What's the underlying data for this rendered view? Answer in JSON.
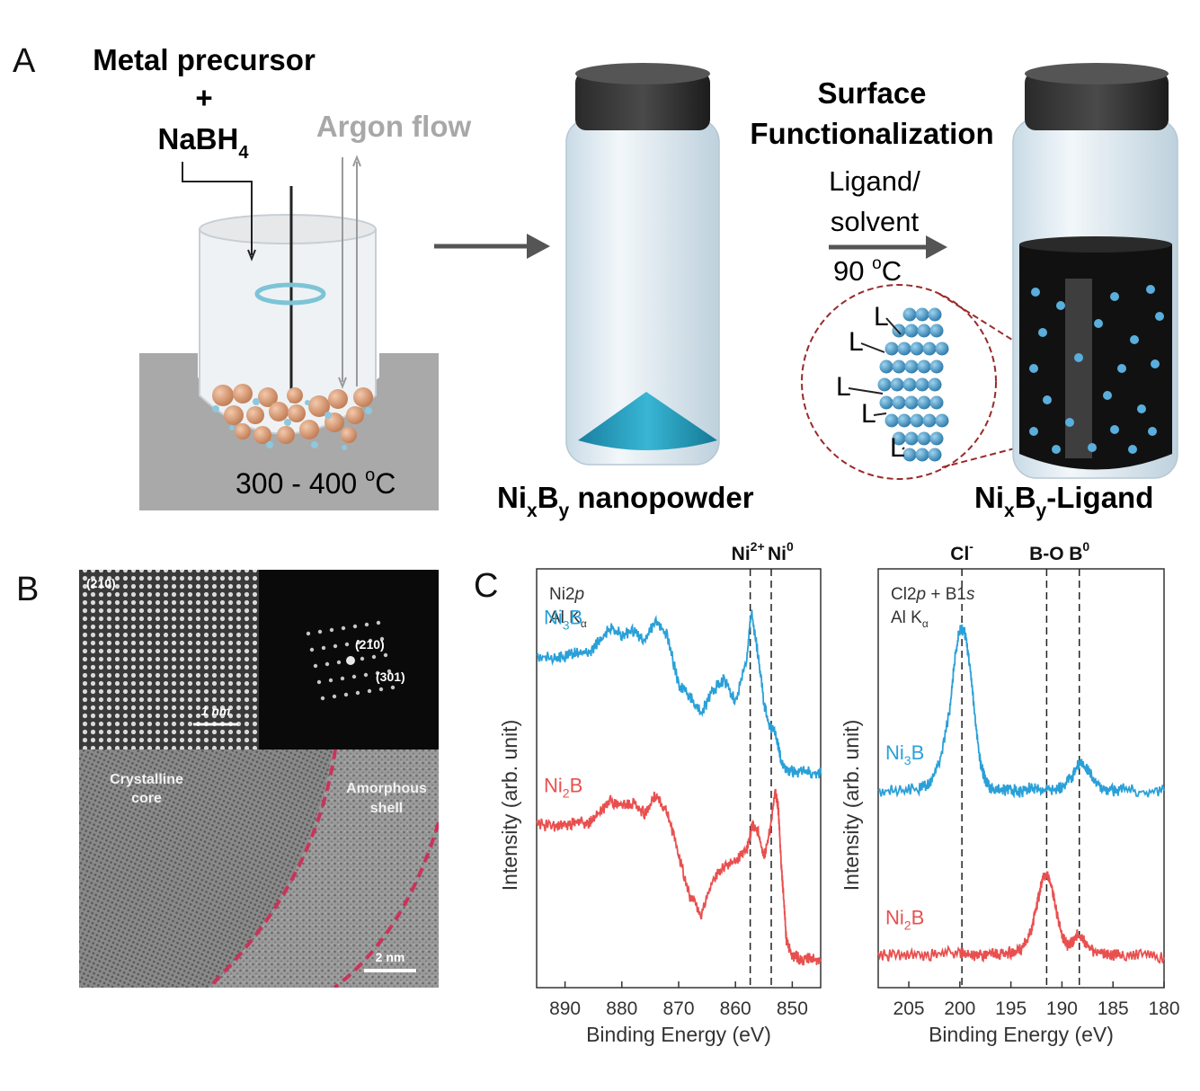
{
  "panel_labels": {
    "a": "A",
    "b": "B",
    "c": "C"
  },
  "panel_a": {
    "precursor": "Metal precursor",
    "plus": "+",
    "reductant_main": "NaBH",
    "reductant_sub": "4",
    "argon": "Argon flow",
    "temperature": "300 - 400",
    "temperature_sup": "o",
    "temperature_unit": "C",
    "surface_line1": "Surface",
    "surface_line2": "Functionalization",
    "ligand_line1": "Ligand/",
    "ligand_line2": "solvent",
    "step_temp": "90",
    "step_temp_sup": "o",
    "step_temp_unit": "C",
    "ligand_mark": "L",
    "nanopowder": {
      "ni": "Ni",
      "x": "x",
      "b": "B",
      "y": "y",
      "rest": " nanopowder"
    },
    "ligand_product": {
      "ni": "Ni",
      "x": "x",
      "b": "B",
      "y": "y",
      "rest": "-Ligand"
    }
  },
  "panel_b": {
    "plane_top": "(210)",
    "fft_labels": [
      "(210)",
      "(301)"
    ],
    "scale_top": "1 nm",
    "core_line1": "Crystalline",
    "core_line2": "core",
    "shell_line1": "Amorphous",
    "shell_line2": "shell",
    "scale_bottom": "2 nm"
  },
  "colors": {
    "ni3b": "#2aa0d8",
    "ni2b": "#e8504f",
    "copper": "#d89a74",
    "particle_blue": "#3a8fc0",
    "dash_red": "#c8345a"
  },
  "chart_data": [
    {
      "type": "line",
      "title": "",
      "panel_text_line1_main": "Ni2",
      "panel_text_line1_italic": "p",
      "panel_text_line2_main": "Al K",
      "panel_text_line2_sub": "α",
      "xlabel": "Binding Energy (eV)",
      "ylabel": "Intensity (arb. unit)",
      "xlim": [
        895,
        845
      ],
      "xticks": [
        890,
        880,
        870,
        860,
        850
      ],
      "reference_lines": [
        {
          "x": 857.4,
          "label": "Ni",
          "sup": "2+"
        },
        {
          "x": 853.7,
          "label": "Ni",
          "sup": "0"
        }
      ],
      "series": [
        {
          "name_main": "Ni",
          "name_sub": "3",
          "name_end": "B",
          "color": "#2aa0d8",
          "offset": 1.05,
          "x": [
            895,
            892,
            890,
            888,
            886,
            884,
            882,
            880,
            878,
            876,
            874,
            872,
            870,
            868,
            866,
            864,
            862,
            860,
            858,
            857.2,
            856,
            855,
            854,
            853,
            852,
            851,
            850,
            848,
            846,
            845
          ],
          "y": [
            0.72,
            0.7,
            0.71,
            0.74,
            0.73,
            0.8,
            0.88,
            0.84,
            0.86,
            0.8,
            0.92,
            0.83,
            0.55,
            0.48,
            0.38,
            0.52,
            0.58,
            0.45,
            0.7,
            0.98,
            0.72,
            0.45,
            0.3,
            0.28,
            0.12,
            0.06,
            0.05,
            0.05,
            0.04,
            0.04
          ]
        },
        {
          "name_main": "Ni",
          "name_sub": "2",
          "name_end": "B",
          "color": "#e8504f",
          "offset": 0.0,
          "x": [
            895,
            892,
            890,
            888,
            886,
            884,
            882,
            880,
            878,
            876,
            874,
            872,
            870,
            868,
            866,
            864,
            862,
            860,
            858,
            857,
            856,
            855,
            854,
            853,
            852.5,
            852,
            851.5,
            851,
            850,
            848,
            846,
            845
          ],
          "y": [
            0.8,
            0.78,
            0.79,
            0.81,
            0.8,
            0.86,
            0.93,
            0.9,
            0.92,
            0.86,
            0.97,
            0.86,
            0.62,
            0.38,
            0.28,
            0.48,
            0.55,
            0.58,
            0.65,
            0.8,
            0.75,
            0.6,
            0.75,
            0.98,
            0.9,
            0.6,
            0.35,
            0.12,
            0.04,
            0.02,
            0.02,
            0.01
          ]
        }
      ]
    },
    {
      "type": "line",
      "title": "",
      "panel_text_line1_main": "Cl2",
      "panel_text_line1_italic": "p",
      "panel_text_line1_mid": " + B1",
      "panel_text_line1_italic2": "s",
      "panel_text_line2_main": "Al K",
      "panel_text_line2_sub": "α",
      "xlabel": "Binding Energy (eV)",
      "ylabel": "Intensity (arb. unit)",
      "xlim": [
        208,
        180
      ],
      "xticks": [
        205,
        200,
        195,
        190,
        185,
        180
      ],
      "reference_lines": [
        {
          "x": 199.8,
          "label": "Cl",
          "sup": "-"
        },
        {
          "x": 191.5,
          "label": "B-O",
          "sup": ""
        },
        {
          "x": 188.3,
          "label": "B",
          "sup": "0"
        }
      ],
      "series": [
        {
          "name_main": "Ni",
          "name_sub": "3",
          "name_end": "B",
          "color": "#2aa0d8",
          "offset": 0.95,
          "x": [
            208,
            206,
            204,
            203,
            202,
            201,
            200.5,
            200,
            199.5,
            199,
            198.5,
            198,
            197.5,
            197,
            196,
            195,
            194,
            193,
            192,
            191,
            190,
            189,
            188.5,
            188,
            187,
            186,
            185,
            184,
            182,
            180
          ],
          "y": [
            0.04,
            0.04,
            0.05,
            0.08,
            0.2,
            0.5,
            0.8,
            0.98,
            0.95,
            0.75,
            0.45,
            0.2,
            0.1,
            0.05,
            0.04,
            0.05,
            0.03,
            0.06,
            0.04,
            0.05,
            0.06,
            0.12,
            0.18,
            0.2,
            0.12,
            0.05,
            0.04,
            0.05,
            0.03,
            0.04
          ]
        },
        {
          "name_main": "Ni",
          "name_sub": "2",
          "name_end": "B",
          "color": "#e8504f",
          "offset": 0.0,
          "x": [
            208,
            206,
            204,
            202,
            200,
            199,
            198,
            197,
            196,
            195,
            194,
            193,
            192.5,
            192,
            191.5,
            191,
            190.5,
            190,
            189.5,
            189,
            188.5,
            188,
            187,
            186,
            185,
            184,
            182,
            180
          ],
          "y": [
            0.04,
            0.04,
            0.04,
            0.05,
            0.06,
            0.04,
            0.04,
            0.05,
            0.05,
            0.06,
            0.08,
            0.18,
            0.32,
            0.46,
            0.52,
            0.44,
            0.28,
            0.15,
            0.1,
            0.12,
            0.16,
            0.13,
            0.07,
            0.05,
            0.04,
            0.04,
            0.04,
            0.03
          ]
        }
      ]
    }
  ]
}
